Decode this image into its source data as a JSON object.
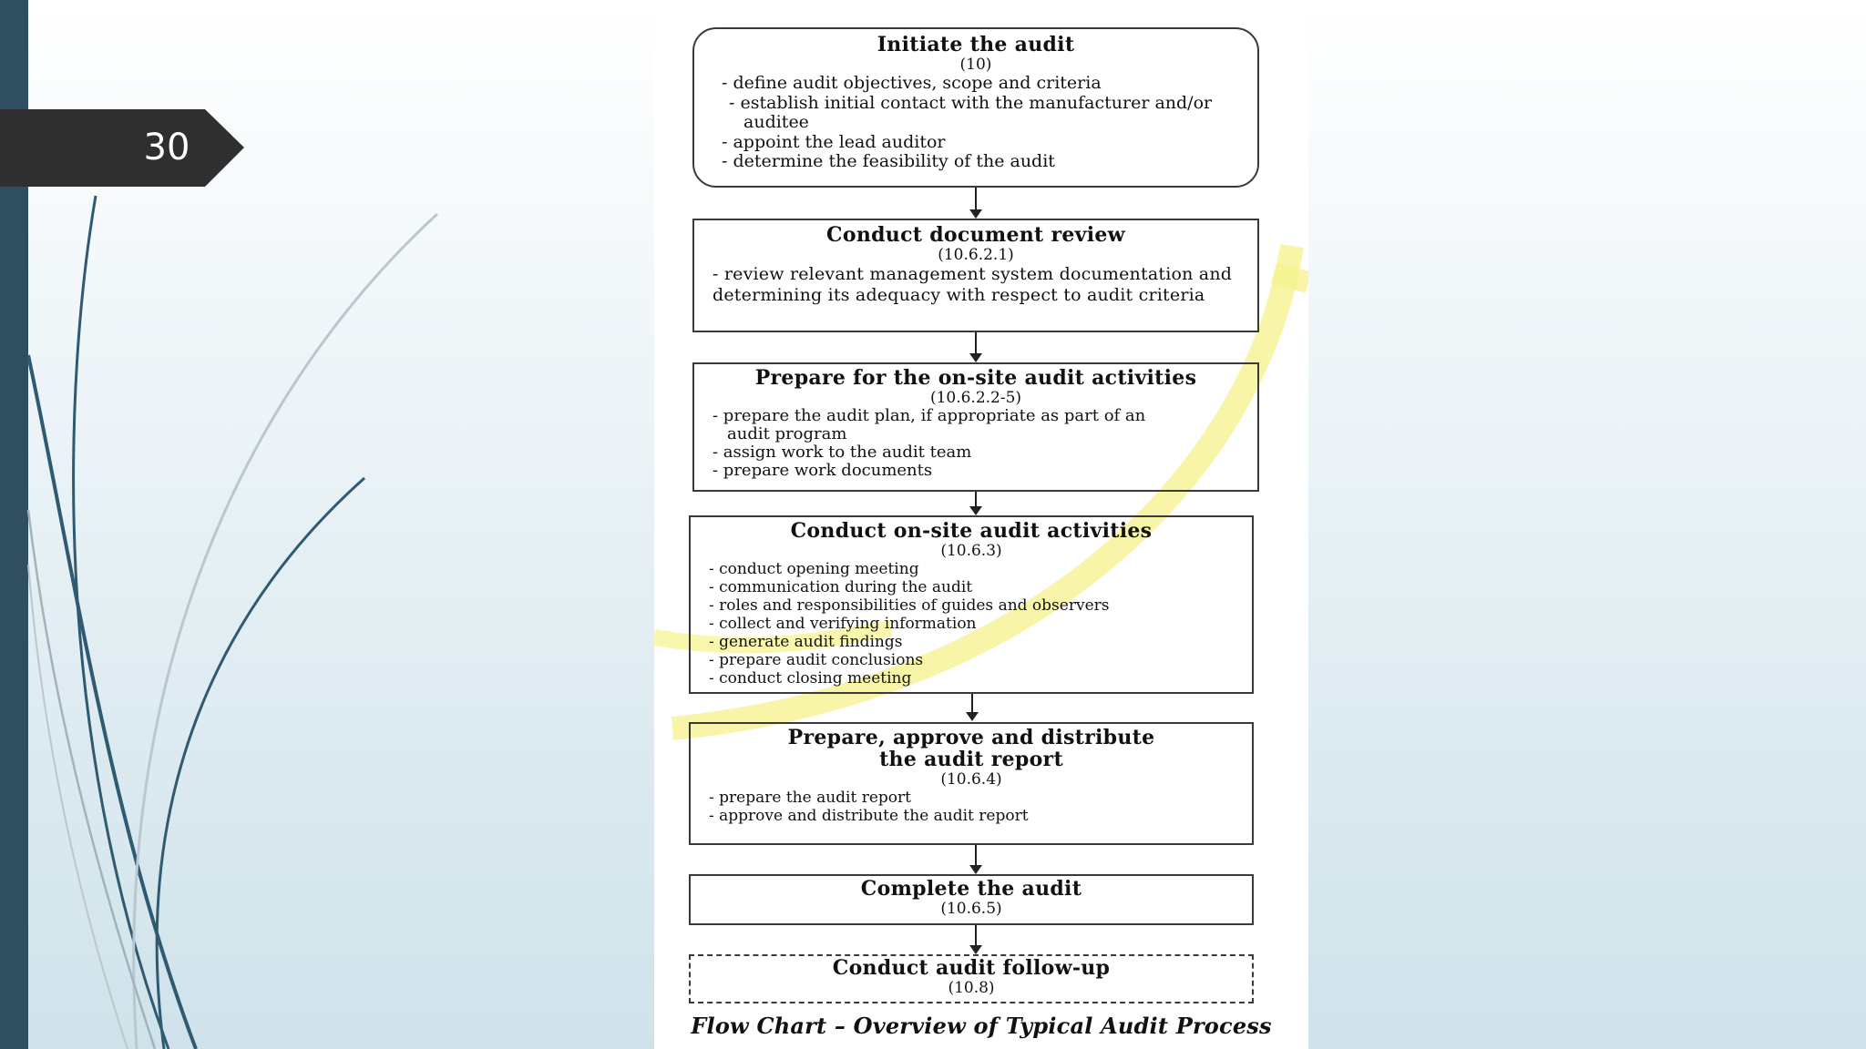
{
  "slide": {
    "number": "30"
  },
  "flowchart": {
    "steps": [
      {
        "title": "Initiate the audit",
        "ref": "(10)",
        "items": [
          "- define audit objectives, scope and criteria",
          "- establish initial contact with the manufacturer and/or auditee",
          "- appoint the lead auditor",
          "- determine the feasibility of the audit"
        ]
      },
      {
        "title": "Conduct document review",
        "ref": "(10.6.2.1)",
        "text": "- review relevant management system documentation and determining its adequacy with respect to audit criteria"
      },
      {
        "title": "Prepare for the on-site audit activities",
        "ref": "(10.6.2.2-5)",
        "items": [
          "- prepare the audit plan, if appropriate as part of an audit program",
          "- assign work to the audit team",
          "- prepare work documents"
        ]
      },
      {
        "title": "Conduct on-site audit activities",
        "ref": "(10.6.3)",
        "items": [
          "- conduct opening meeting",
          "- communication during the audit",
          "- roles and responsibilities of guides and observers",
          "- collect and verifying information",
          "- generate audit findings",
          "- prepare audit conclusions",
          "- conduct closing meeting"
        ]
      },
      {
        "title_line1": "Prepare, approve and distribute",
        "title_line2": "the audit report",
        "ref": "(10.6.4)",
        "items": [
          "- prepare the audit report",
          "- approve and distribute the audit report"
        ]
      },
      {
        "title": "Complete the audit",
        "ref": "(10.6.5)"
      },
      {
        "title": "Conduct audit follow-up",
        "ref": "(10.8)"
      }
    ],
    "caption": "Flow Chart – Overview of Typical Audit Process"
  },
  "colors": {
    "left_band": "#2f4f60",
    "badge": "#2f2f2f",
    "swoosh_dark": "#2f5a72",
    "swoosh_light": "#9fb3bd",
    "watermark": "#f5f08a"
  }
}
